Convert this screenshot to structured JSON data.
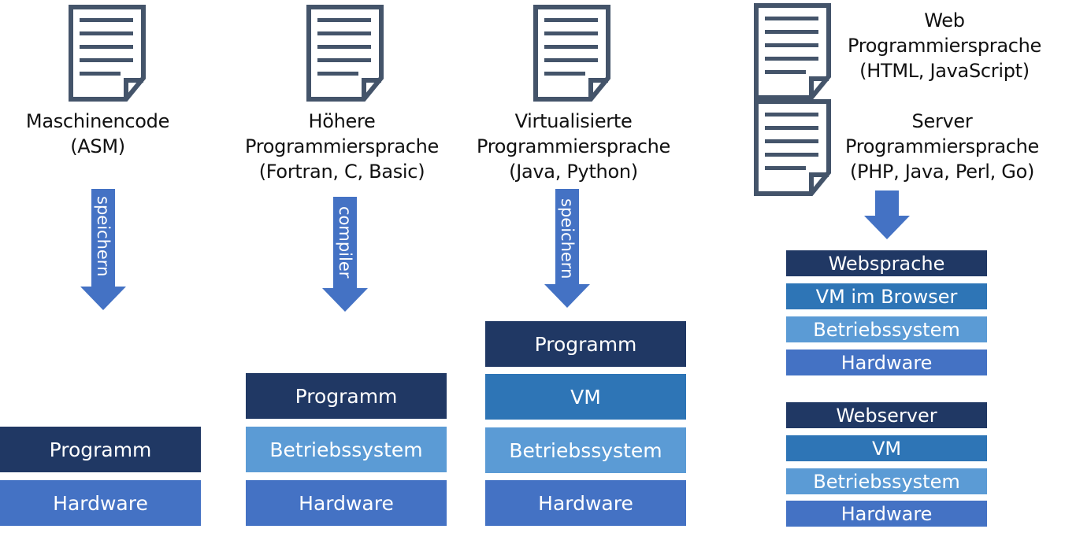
{
  "colors": {
    "programm": "#203864",
    "vm": "#2e75b6",
    "betriebssystem": "#5b9bd5",
    "hardware": "#4472c4",
    "document": "#44546a"
  },
  "columns": [
    {
      "caption": [
        "Maschinencode",
        "(ASM)"
      ],
      "arrow_label": "speichern",
      "stack": [
        "Programm",
        "Hardware"
      ]
    },
    {
      "caption": [
        "Höhere",
        "Programmiersprache",
        "(Fortran, C, Basic)"
      ],
      "arrow_label": "compiler",
      "stack": [
        "Programm",
        "Betriebssystem",
        "Hardware"
      ]
    },
    {
      "caption": [
        "Virtualisierte",
        "Programmiersprache",
        "(Java, Python)"
      ],
      "arrow_label": "speichern",
      "stack": [
        "Programm",
        "VM",
        "Betriebssystem",
        "Hardware"
      ]
    },
    {
      "web_caption": [
        "Web",
        "Programmiersprache",
        "(HTML, JavaScript)"
      ],
      "server_caption": [
        "Server",
        "Programmiersprache",
        "(PHP, Java, Perl, Go)"
      ],
      "web_stack": [
        "Websprache",
        "VM im Browser",
        "Betriebssystem",
        "Hardware"
      ],
      "server_stack": [
        "Webserver",
        "VM",
        "Betriebssystem",
        "Hardware"
      ]
    }
  ]
}
